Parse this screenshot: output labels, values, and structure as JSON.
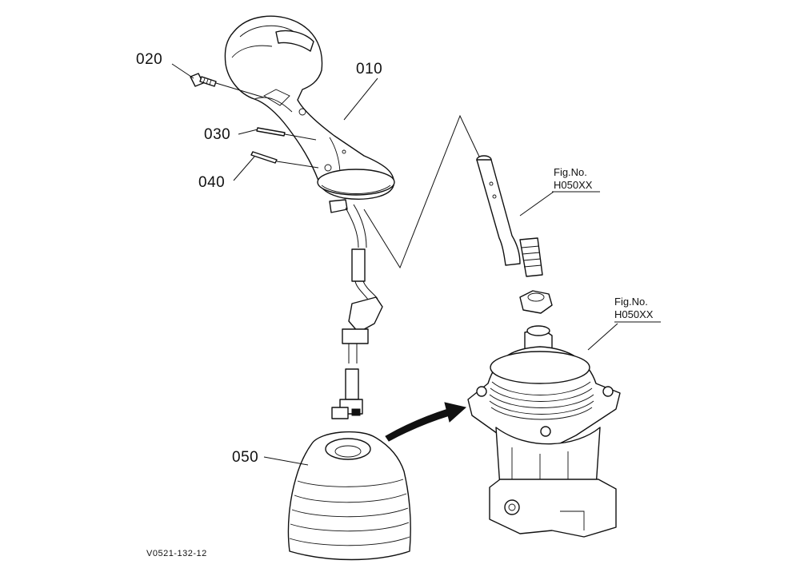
{
  "callouts": {
    "p010": "010",
    "p020": "020",
    "p030": "030",
    "p040": "040",
    "p050": "050"
  },
  "references": {
    "shaft_fig_label": "Fig.No.",
    "shaft_fig_code": "H050XX",
    "valve_fig_label": "Fig.No.",
    "valve_fig_code": "H050XX"
  },
  "drawing_code": "V0521-132-12"
}
